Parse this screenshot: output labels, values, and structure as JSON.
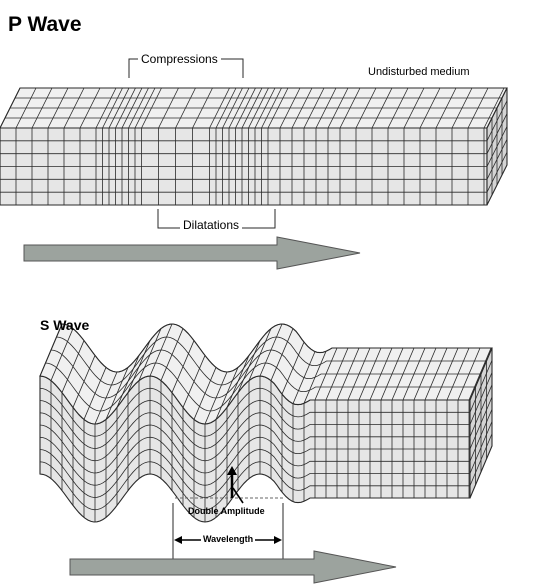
{
  "p_wave": {
    "title": "P Wave",
    "labels": {
      "compressions": "Compressions",
      "dilatations": "Dilatations",
      "undisturbed": "Undisturbed medium"
    }
  },
  "s_wave": {
    "title": "S Wave",
    "labels": {
      "double_amplitude": "Double Amplitude",
      "wavelength": "Wavelength"
    }
  },
  "colors": {
    "block_face": "#e6e6e6",
    "block_top": "#f0f0f0",
    "block_side": "#d4d4d4",
    "grid_line": "#2a2a2a",
    "arrow_fill": "#9ca39e",
    "arrow_stroke": "#555555"
  }
}
